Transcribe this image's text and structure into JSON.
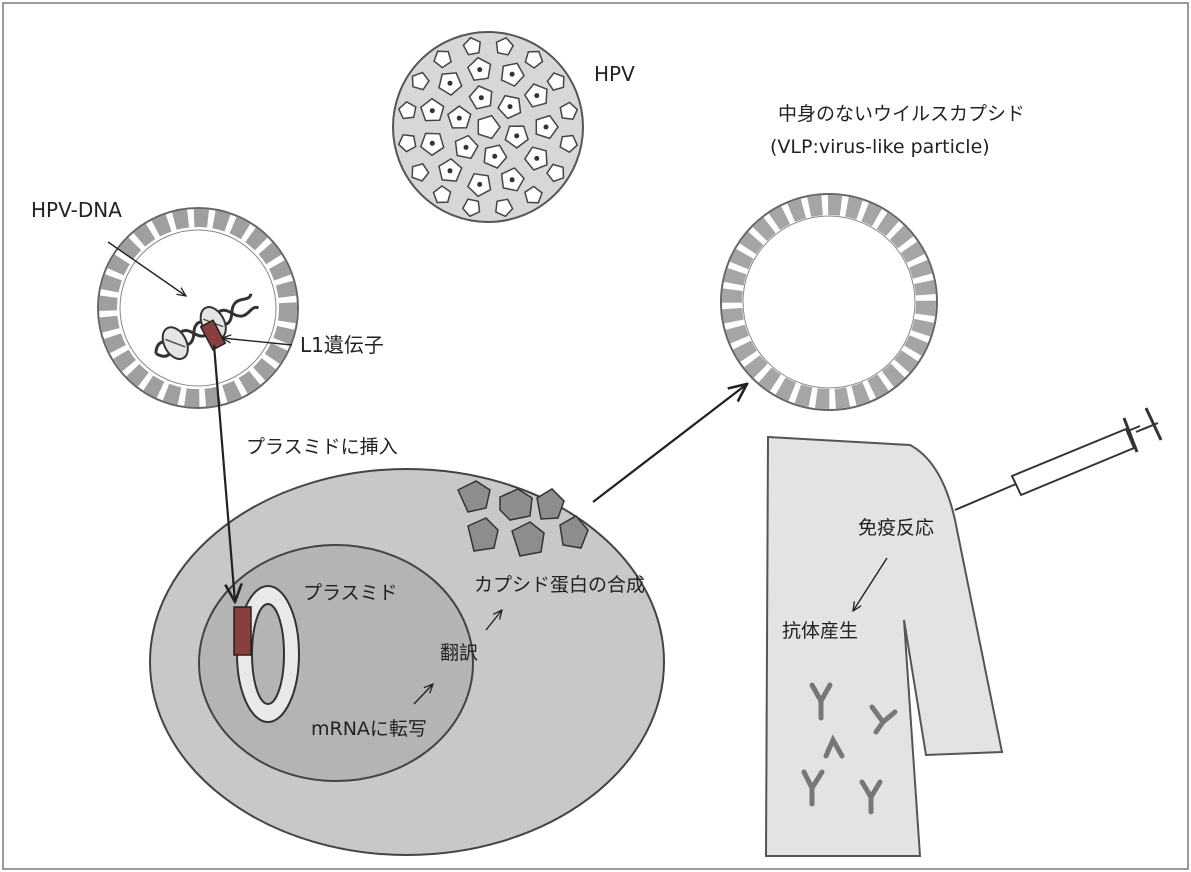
{
  "labels": {
    "hpv": "HPV",
    "vlp_line1": "中身のないウイルスカプシド",
    "vlp_line2": "(VLP:virus-like particle)",
    "hpv_dna": "HPV-DNA",
    "l1_gene": "L1遺伝子",
    "insert_plasmid": "プラスミドに挿入",
    "plasmid": "プラスミド",
    "capsid_synthesis": "カプシド蛋白の合成",
    "translation": "翻訳",
    "transcription": "mRNAに転写",
    "immune_response": "免疫反応",
    "antibody_production": "抗体産生"
  },
  "colors": {
    "cell_outer": "#c8c8c8",
    "nucleus": "#b4b4b4",
    "capsid_protein": "#8d8d8d",
    "gene_box": "#8a3f3f",
    "arm": "#e3e3e3",
    "antibody": "#777777",
    "frame": "#9a9a9a"
  }
}
